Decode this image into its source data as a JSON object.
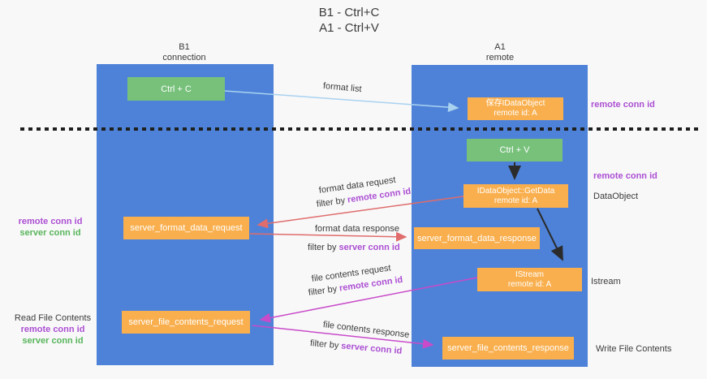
{
  "title": {
    "line1": "B1 - Ctrl+C",
    "line2": "A1 - Ctrl+V"
  },
  "lifelines": {
    "b1": {
      "name": "B1",
      "role": "connection"
    },
    "a1": {
      "name": "A1",
      "role": "remote"
    }
  },
  "boxes": {
    "ctrl_c": "Ctrl + C",
    "ctrl_v": "Ctrl + V",
    "save_idataobject": {
      "line1": "保存IDataObject",
      "line2": "remote id: A"
    },
    "idataobject_getdata": {
      "line1": "IDataObject::GetData",
      "line2": "remote id: A"
    },
    "istream": {
      "line1": "IStream",
      "line2": "remote id: A"
    },
    "server_format_data_request": "server_format_data_request",
    "server_format_data_response": "server_format_data_response",
    "server_file_contents_request": "server_file_contents_request",
    "server_file_contents_response": "server_file_contents_response"
  },
  "annotations": {
    "remote_conn_id_top_right": "remote conn id",
    "remote_conn_id_mid_right": "remote conn id",
    "dataobject": "DataObject",
    "istream": "Istream",
    "write_file_contents": "Write File Contents",
    "read_file_contents": "Read File Contents",
    "left_mid": {
      "remote": "remote conn id",
      "server": "server conn id"
    },
    "left_bottom": {
      "remote": "remote conn id",
      "server": "server conn id"
    }
  },
  "arrows": {
    "format_list": "format list",
    "format_data_request": "format data request",
    "format_data_response": "format data response",
    "file_contents_request": "file contents request",
    "file_contents_response": "file contents response",
    "filter_by": "filter by",
    "remote_conn_id": "remote conn id",
    "server_conn_id": "server conn id"
  },
  "colors": {
    "lifeline_blue": "#4e82d8",
    "action_green": "#77c17b",
    "message_orange": "#f9af4e",
    "remote_conn_purple": "#ac4fd2",
    "server_conn_green": "#58b55a",
    "format_arrow_red": "#e06c6c",
    "file_arrow_magenta": "#c94bc9",
    "format_list_blue": "#a9d2f0",
    "text_dark": "#3b3b3b"
  }
}
